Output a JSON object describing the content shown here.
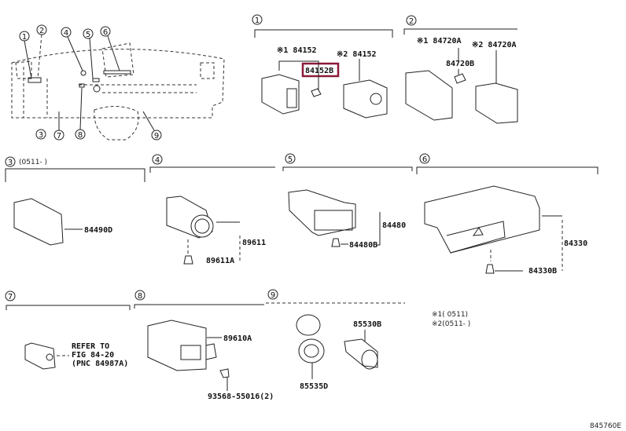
{
  "diagram": {
    "title_code": "845760E",
    "overview_callouts": [
      "1",
      "2",
      "3",
      "4",
      "5",
      "6",
      "7",
      "8",
      "9"
    ],
    "groups": [
      {
        "num": "1",
        "note": "",
        "labels": [
          {
            "text": "※1 84152"
          },
          {
            "text": "※2 84152"
          },
          {
            "text": "84152B",
            "highlighted": true
          }
        ]
      },
      {
        "num": "2",
        "note": "",
        "labels": [
          {
            "text": "※1 84720A"
          },
          {
            "text": "84720B"
          },
          {
            "text": "※2 84720A"
          }
        ]
      },
      {
        "num": "3",
        "note": "(0511-  )",
        "labels": [
          {
            "text": "84490D"
          }
        ]
      },
      {
        "num": "4",
        "note": "",
        "labels": [
          {
            "text": "89611"
          },
          {
            "text": "89611A"
          }
        ]
      },
      {
        "num": "5",
        "note": "",
        "labels": [
          {
            "text": "84480"
          },
          {
            "text": "84480B"
          }
        ]
      },
      {
        "num": "6",
        "note": "",
        "labels": [
          {
            "text": "84330"
          },
          {
            "text": "84330B"
          }
        ]
      },
      {
        "num": "7",
        "note": "",
        "labels": [
          {
            "text": "REFER TO"
          },
          {
            "text": "FIG 84-20"
          },
          {
            "text": "(PNC 84987A)"
          }
        ]
      },
      {
        "num": "8",
        "note": "",
        "labels": [
          {
            "text": "89610A"
          },
          {
            "text": "93568-55016(2)"
          }
        ]
      },
      {
        "num": "9",
        "note": "",
        "labels": [
          {
            "text": "85530B"
          },
          {
            "text": "85535D"
          }
        ]
      }
    ],
    "legend": [
      {
        "text": "※1(    0511)"
      },
      {
        "text": "※2(0511-    )"
      }
    ],
    "highlight_color": "#8b1a3a"
  }
}
